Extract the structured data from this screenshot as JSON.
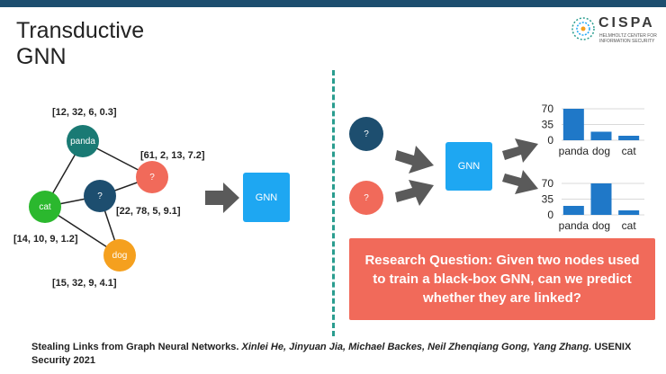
{
  "title": {
    "line1": "Transductive",
    "line2": "GNN"
  },
  "logo": {
    "name": "CISPA",
    "subtitle_line1": "HELMHOLTZ CENTER FOR",
    "subtitle_line2": "INFORMATION SECURITY"
  },
  "graph": {
    "nodes": {
      "panda": {
        "label": "panda",
        "features": "[12, 32, 6, 0.3]",
        "color": "#1a7a74"
      },
      "unknown_red": {
        "label": "?",
        "features": "[61, 2, 13, 7.2]",
        "color": "#f16a5a"
      },
      "unknown_blue": {
        "label": "?",
        "features": "[22, 78, 5, 9.1]",
        "color": "#1d4e6f"
      },
      "cat": {
        "label": "cat",
        "features": "[14, 10, 9, 1.2]",
        "color": "#2bb82e"
      },
      "dog": {
        "label": "dog",
        "features": "[15, 32, 9, 4.1]",
        "color": "#f5a01e"
      }
    },
    "gnn_label": "GNN"
  },
  "right": {
    "node_blue": "?",
    "node_red": "?",
    "gnn_label": "GNN",
    "research_question": "Research Question: Given two nodes used to train a black-box GNN, can we predict whether they are linked?"
  },
  "chart_data": [
    {
      "type": "bar",
      "categories": [
        "panda",
        "dog",
        "cat"
      ],
      "values": [
        70,
        19,
        10
      ],
      "yticks": [
        0,
        35,
        70
      ],
      "ylim": [
        0,
        80
      ],
      "color": "#1f78c8"
    },
    {
      "type": "bar",
      "categories": [
        "panda",
        "dog",
        "cat"
      ],
      "values": [
        20,
        70,
        10
      ],
      "yticks": [
        0,
        35,
        70
      ],
      "ylim": [
        0,
        80
      ],
      "color": "#1f78c8"
    }
  ],
  "citation": {
    "title": "Stealing Links from Graph Neural Networks.",
    "authors": "Xinlei He, Jinyuan Jia, Michael Backes, Neil Zhenqiang Gong, Yang Zhang.",
    "venue": "USENIX Security 2021"
  }
}
